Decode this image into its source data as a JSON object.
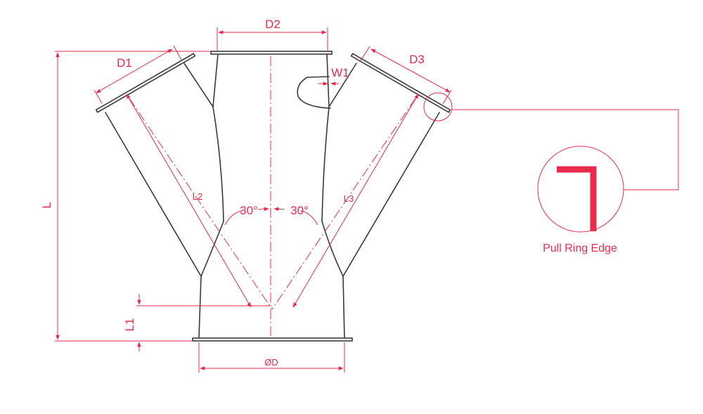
{
  "labels": {
    "d1": "D1",
    "d2": "D2",
    "d3": "D3",
    "w1": "W1",
    "l": "L",
    "l1": "L1",
    "l2": "L2",
    "l3": "L3",
    "od": "ØD",
    "angle_left": "30°",
    "angle_right": "30°"
  },
  "detail": {
    "caption": "Pull Ring Edge"
  },
  "colors": {
    "dimension": "#e8294a",
    "outline": "#3a3a3a",
    "background": "#ffffff"
  }
}
